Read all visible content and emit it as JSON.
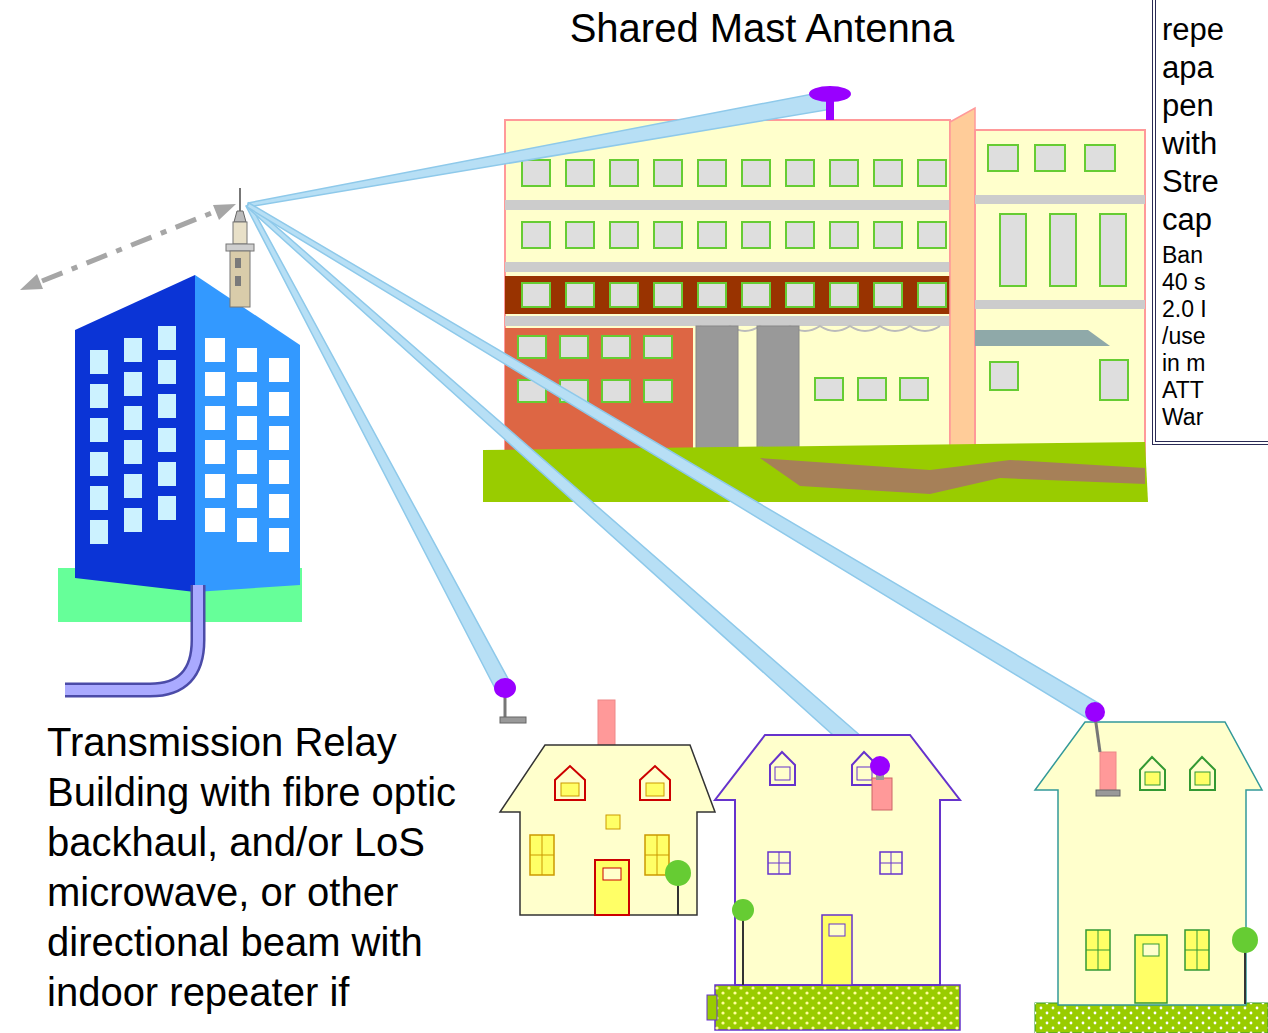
{
  "diagram": {
    "nodes": [
      {
        "text": [
          "repe apa pen with Stre cap",
          "Ban 40 s 2.0 I /use in m ATT War"
        ]
      }
    ],
    "labels": [
      "Shared Mast Antenna",
      "Transmission Relay Building with fibre optic backhaul, and/or LoS microwave, or other directional beam with indoor repeater if"
    ]
  }
}
